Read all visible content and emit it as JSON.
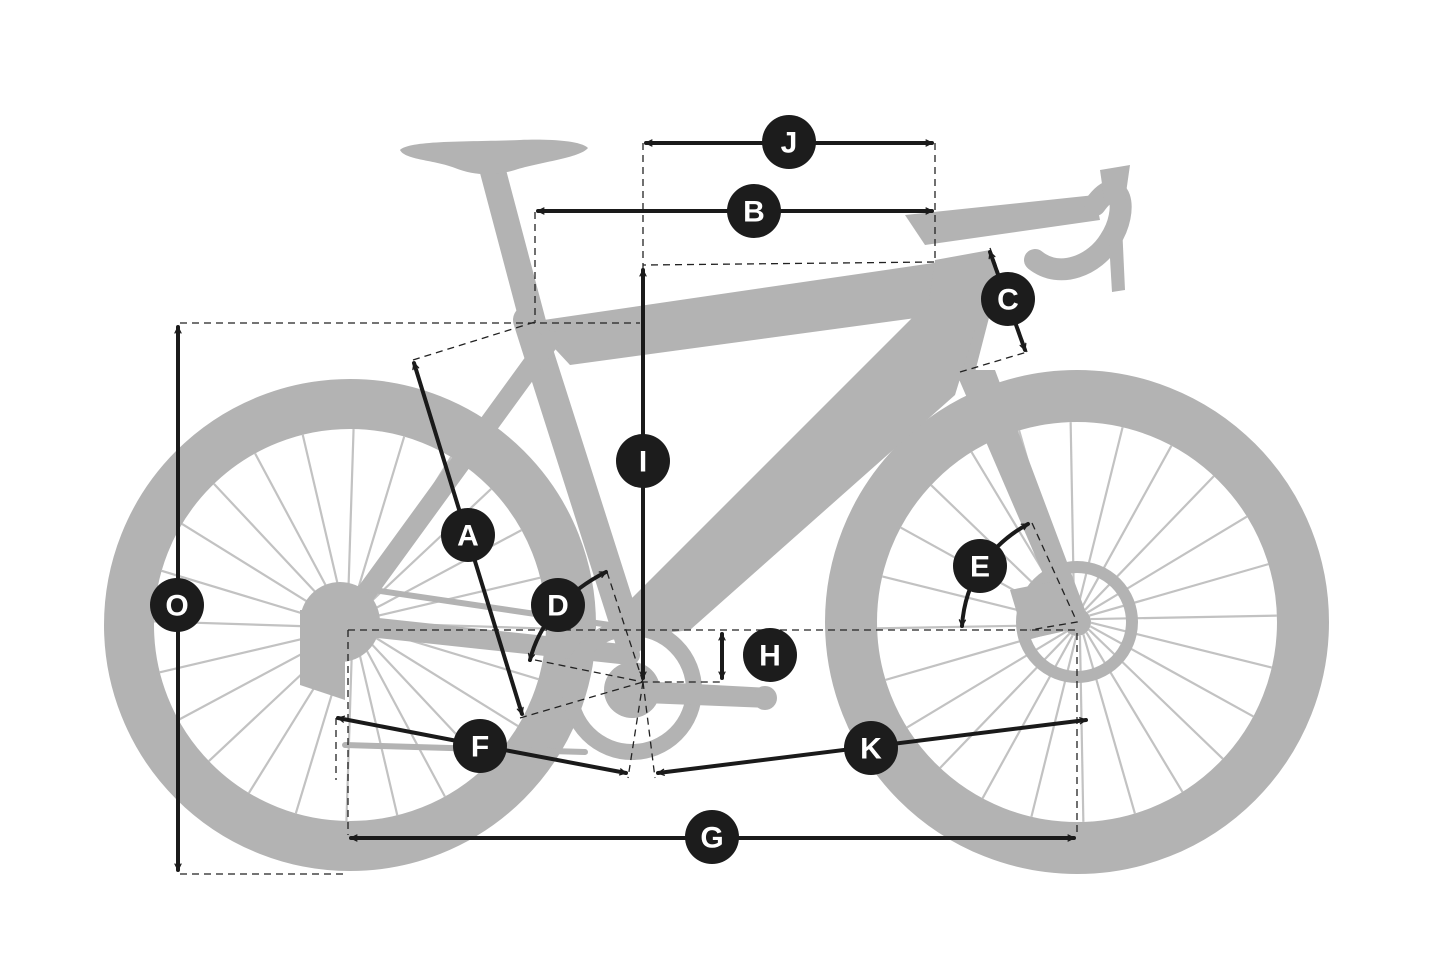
{
  "labels": {
    "A": "A",
    "B": "B",
    "C": "C",
    "D": "D",
    "E": "E",
    "F": "F",
    "G": "G",
    "H": "H",
    "I": "I",
    "J": "J",
    "K": "K",
    "O": "O"
  },
  "colors": {
    "silhouette": "#b3b3b3",
    "spokes": "#c2c2c2",
    "dimension_lines": "#1a1a1a",
    "badge_fill": "#1c1c1c",
    "badge_text": "#ffffff",
    "background": "#ffffff"
  }
}
